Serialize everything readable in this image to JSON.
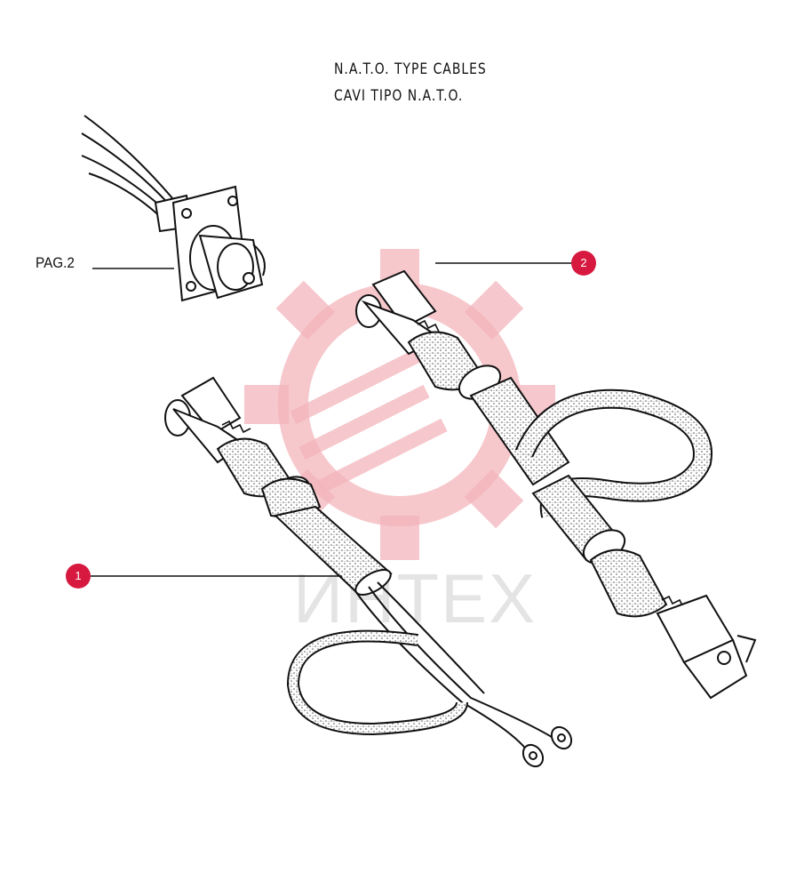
{
  "title": {
    "line1": "N.A.T.O.  TYPE  CABLES",
    "line2": "CAVI  TIPO  N.A.T.O."
  },
  "reference_label": "PAG.2",
  "callouts": [
    {
      "number": "1"
    },
    {
      "number": "2"
    }
  ],
  "watermark": {
    "text": "ИНТЕХ"
  },
  "colors": {
    "callout": "#d7183f",
    "watermark": "#f3b5bb",
    "line": "#111111",
    "stipple": "#555555"
  },
  "icons": {
    "watermark_logo": "gear-icon"
  }
}
